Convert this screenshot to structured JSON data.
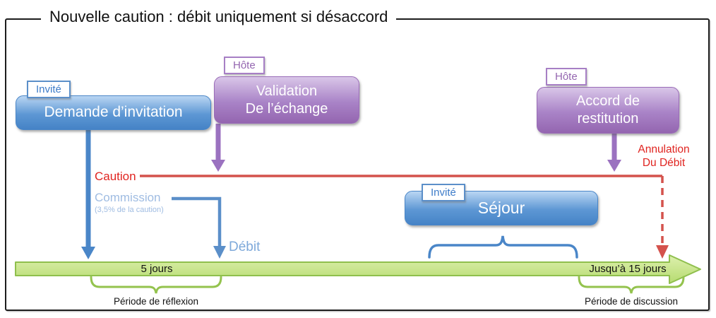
{
  "title": "Nouvelle caution : débit uniquement si désaccord",
  "nodes": {
    "demande": {
      "tag": "Invité",
      "label": "Demande d’invitation"
    },
    "validation": {
      "tag": "Hôte",
      "line1": "Validation",
      "line2": "De l’échange"
    },
    "sejour": {
      "tag": "Invité",
      "label": "Séjour"
    },
    "accord": {
      "tag": "Hôte",
      "line1": "Accord de",
      "line2": "restitution"
    }
  },
  "flows": {
    "caution_label": "Caution",
    "commission_label": "Commission",
    "commission_note": "(3,5% de la caution)",
    "debit_label": "Débit",
    "annulation_line1": "Annulation",
    "annulation_line2": "Du Débit"
  },
  "timeline": {
    "first_period": "5 jours",
    "second_period": "Jusqu’à 15 jours",
    "reflexion_label": "Période de réflexion",
    "discussion_label": "Période de discussion"
  },
  "colors": {
    "invite_blue": "#4a86c8",
    "hote_purple": "#9b72c0",
    "caution_red_line": "#d4524c",
    "red_text": "#e02420",
    "light_blue_text": "#9fbce2",
    "timeline_green_fill": "#c6e685",
    "timeline_green_border": "#8fbf4d",
    "brace_green": "#94c34e"
  }
}
